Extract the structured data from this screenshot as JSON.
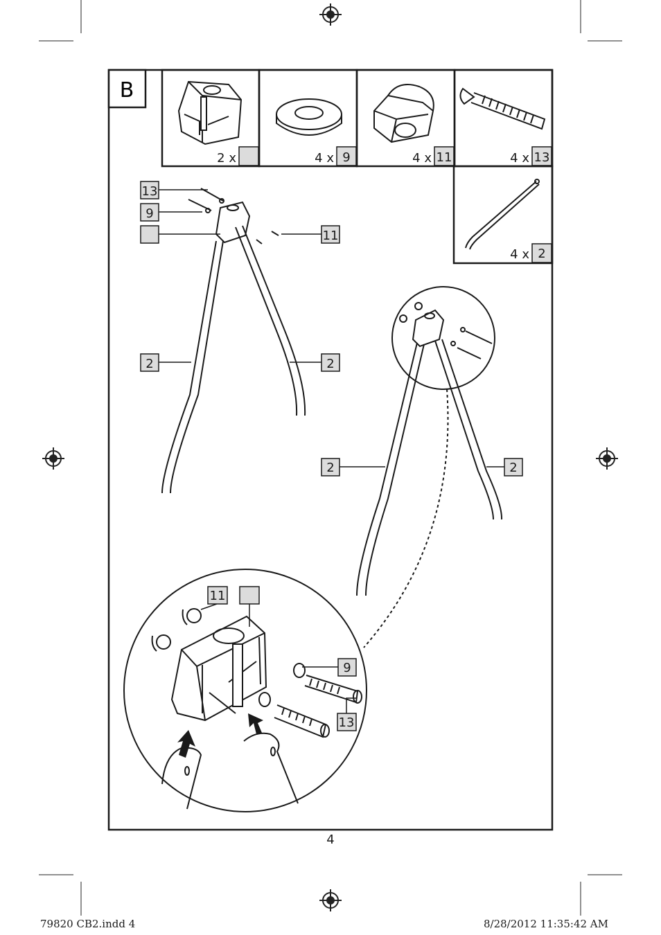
{
  "section_label": "B",
  "parts": [
    {
      "qty": "2 x",
      "ref": ""
    },
    {
      "qty": "4 x",
      "ref": "9"
    },
    {
      "qty": "4 x",
      "ref": "11"
    },
    {
      "qty": "4 x",
      "ref": "13"
    },
    {
      "qty": "4 x",
      "ref": "2"
    }
  ],
  "callouts": {
    "top_left": [
      "13",
      "9",
      "",
      "11"
    ],
    "legs_left": [
      "2",
      "2"
    ],
    "legs_right": [
      "2",
      "2"
    ],
    "detail": [
      "11",
      "",
      "9",
      "13"
    ]
  },
  "page_number": "4",
  "slug": {
    "file": "79820 CB2.indd   4",
    "timestamp": "8/28/2012   11:35:42 AM"
  }
}
